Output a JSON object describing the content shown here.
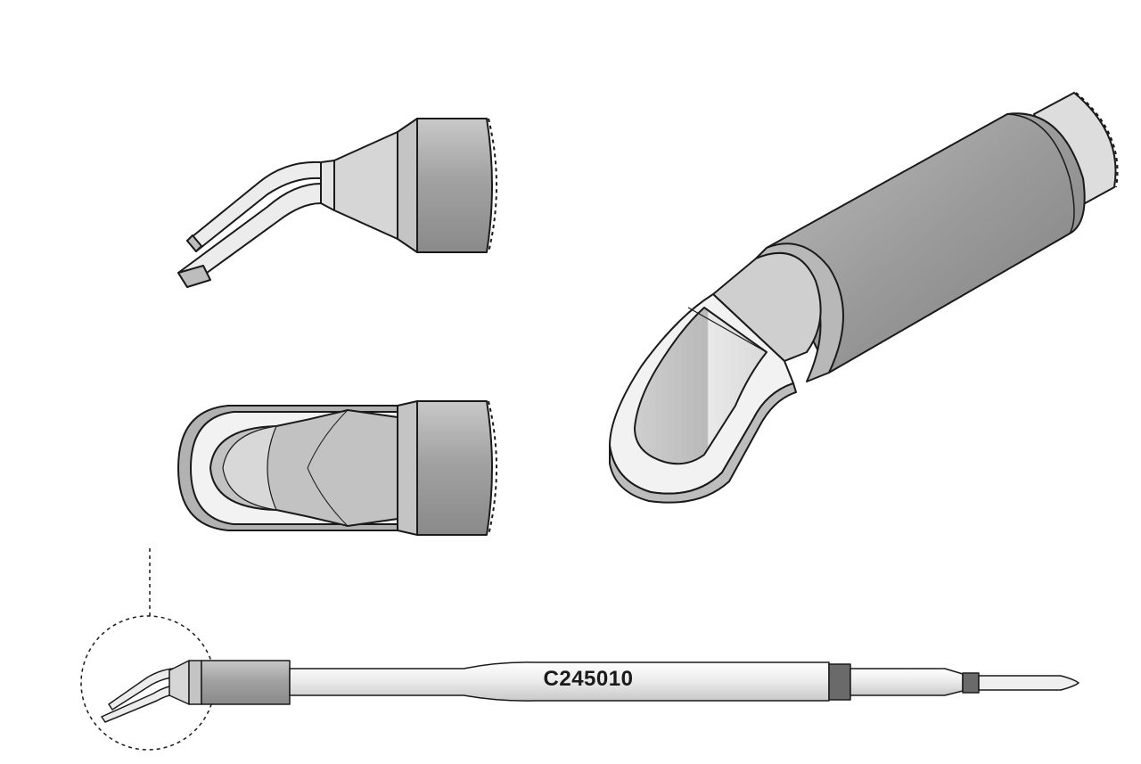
{
  "drawing": {
    "part_number": "C245010"
  },
  "views": [
    {
      "name": "side-view"
    },
    {
      "name": "top-view"
    },
    {
      "name": "perspective-view"
    },
    {
      "name": "full-cartridge-view"
    }
  ],
  "colors": {
    "outline": "#1a1a1a",
    "body_gray": "#9a9a9a",
    "light_gray": "#d6d6d6",
    "mid_gray": "#bdbdbd",
    "shaft_light": "#ececec",
    "collar_dark": "#6a6a6a"
  }
}
